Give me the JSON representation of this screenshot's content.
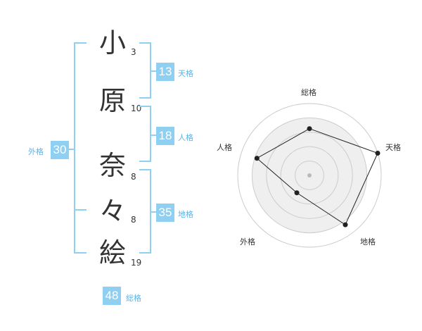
{
  "name": {
    "chars": [
      {
        "char": "小",
        "strokes": "3"
      },
      {
        "char": "原",
        "strokes": "10"
      },
      {
        "char": "奈",
        "strokes": "8"
      },
      {
        "char": "々",
        "strokes": "8"
      },
      {
        "char": "絵",
        "strokes": "19"
      }
    ]
  },
  "kaku": {
    "tenkaku": {
      "label": "天格",
      "value": "13"
    },
    "jinkaku": {
      "label": "人格",
      "value": "18"
    },
    "chikaku": {
      "label": "地格",
      "value": "35"
    },
    "gaikaku": {
      "label": "外格",
      "value": "30"
    },
    "soukaku": {
      "label": "総格",
      "value": "48"
    }
  },
  "radar": {
    "axes": [
      "総格",
      "天格",
      "地格",
      "外格",
      "人格"
    ],
    "levels": 4,
    "values": [
      0.65,
      1.0,
      0.85,
      0.3,
      0.77
    ],
    "colors": {
      "ring": "#cccccc",
      "fill": "#efefef",
      "line": "#222222",
      "center": "#bbbbbb"
    }
  },
  "colors": {
    "accent": "#8ecff2",
    "label": "#5bb4e8",
    "text": "#333333"
  }
}
